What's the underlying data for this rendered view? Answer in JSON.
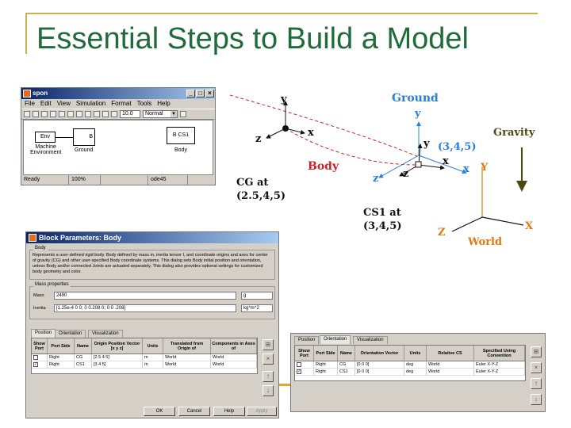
{
  "slide": {
    "title": "Essential Steps to Build a Model"
  },
  "simulink": {
    "title": "spon",
    "menu": [
      "File",
      "Edit",
      "View",
      "Simulation",
      "Format",
      "Tools",
      "Help"
    ],
    "sim_time": "10.0",
    "sim_mode": "Normal",
    "blocks": {
      "env_label": "Env",
      "machine_env_caption": "Machine\nEnvironment",
      "ground_label": "B",
      "ground_caption": "Ground",
      "body_label": "B CS1",
      "body_caption": "Body"
    },
    "status": [
      "Ready",
      "100%",
      "",
      "ode45"
    ]
  },
  "block_params": {
    "title": "Block Parameters: Body",
    "section_body": "Body",
    "description": "Represents a user-defined rigid body. Body defined by mass m, inertia tensor I, and coordinate origins and axes for center of gravity (CG) and other user-specified Body coordinate systems. This dialog sets Body initial position and orientation, unless Body and/or connected Joints are actuated separately. This dialog also provides optional settings for customized body geometry and color.",
    "section_mass": "Mass properties",
    "mass_label": "Mass:",
    "mass_value": "2490",
    "mass_unit": "g",
    "inertia_label": "Inertia:",
    "inertia_value": "[1.25e-4 0 0; 0 0.208 0; 0 0 .208]",
    "inertia_unit": "kg*m^2",
    "tabs": [
      "Position",
      "Orientation",
      "Visualization"
    ],
    "columns": [
      "Show Port",
      "Port Side",
      "Name",
      "Origin Position Vector [x y z]",
      "Units",
      "Translated from Origin of",
      "Components in Axes of"
    ],
    "rows": [
      {
        "show": "",
        "side": "Right",
        "name": "CG",
        "vec": "[2.5 4 5]",
        "units": "m",
        "from": "World",
        "axes": "World"
      },
      {
        "show": "✓",
        "side": "Right",
        "name": "CS1",
        "vec": "[3 4 5]",
        "units": "m",
        "from": "World",
        "axes": "World"
      }
    ],
    "buttons": [
      "OK",
      "Cancel",
      "Help",
      "Apply"
    ]
  },
  "orientation_panel": {
    "tabs": [
      "Position",
      "Orientation",
      "Visualization"
    ],
    "columns": [
      "Show Port",
      "Port Side",
      "Name",
      "Orientation Vector",
      "Units",
      "Relative CS",
      "Specified Using Convention"
    ],
    "rows": [
      {
        "show": "",
        "side": "Right",
        "name": "CG",
        "vec": "[0 0 0]",
        "units": "deg",
        "rel": "World",
        "conv": "Euler X-Y-Z"
      },
      {
        "show": "✓",
        "side": "Right",
        "name": "CS1",
        "vec": "[0 0 0]",
        "units": "deg",
        "rel": "World",
        "conv": "Euler X-Y-Z"
      }
    ]
  },
  "diagram": {
    "ground": "Ground",
    "body": "Body",
    "gravity": "Gravity",
    "world": "World",
    "cg": "CG at\n(2.5,4,5)",
    "cs1": "CS1 at\n(3,4,5)",
    "ground_coord": "(3,4,5)",
    "axis_x": "x",
    "axis_y": "y",
    "axis_z": "z",
    "axis_X": "X",
    "axis_Y": "Y",
    "axis_Z": "Z",
    "colors": {
      "red": "#d0202a",
      "blue": "#2a7fd8",
      "orange": "#e07a10",
      "olive": "#4a4a10",
      "black": "#101010",
      "title_green": "#1f6b3a"
    }
  }
}
